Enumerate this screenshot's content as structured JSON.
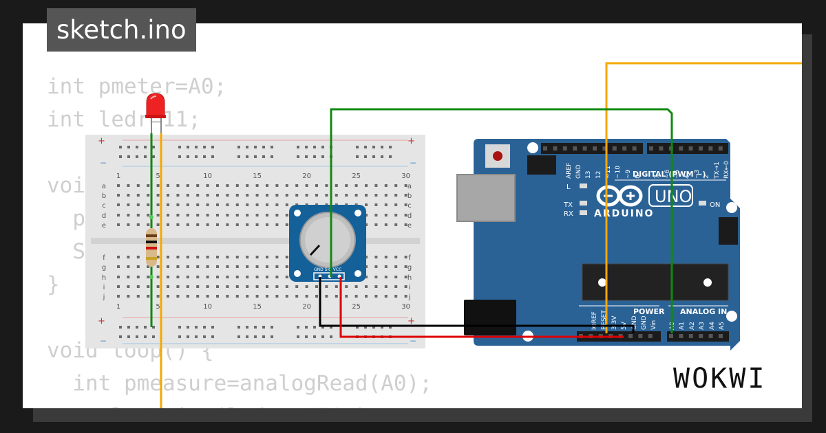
{
  "title": "sketch.ino",
  "code_lines": [
    "int pmeter=A0;",
    "int ledr=11;",
    "",
    "void",
    "  p",
    "  S",
    "}",
    "",
    "void loop() {",
    "  int pmeasure=analogRead(A0);",
    "  analogWrite(ledr, HIGH);"
  ],
  "brand": "WOKWI",
  "colors": {
    "background": "#1a1a1a",
    "tag": "#555555",
    "board": "#2b6296",
    "wire_green": "#118811",
    "wire_orange": "#f5a800",
    "wire_red": "#dd0000",
    "wire_black": "#000000"
  },
  "breadboard": {
    "column_numbers": [
      "1",
      "5",
      "10",
      "15",
      "20",
      "25",
      "30"
    ],
    "row_letters_top": [
      "a",
      "b",
      "c",
      "d",
      "e"
    ],
    "row_letters_bottom": [
      "f",
      "g",
      "h",
      "i",
      "j"
    ],
    "rail_plus": "+",
    "rail_minus": "−"
  },
  "potentiometer": {
    "pin_labels": "GND SIG VCC"
  },
  "arduino": {
    "model": "UNO",
    "name": "ARDUINO",
    "digital_header": "DIGITAL (PWM ~)",
    "digital_pins": [
      "AREF",
      "GND",
      "13",
      "12",
      "~11",
      "~10",
      "~9",
      "8",
      "7",
      "~6",
      "~5",
      "4",
      "~3",
      "2",
      "TX→1",
      "RX←0"
    ],
    "led_labels": [
      "L",
      "TX",
      "RX",
      "ON"
    ],
    "power_header": "POWER",
    "power_pins": [
      "IOREF",
      "RESET",
      "3.3V",
      "5V",
      "GND",
      "GND",
      "Vin"
    ],
    "analog_header": "ANALOG IN",
    "analog_pins": [
      "A0",
      "A1",
      "A2",
      "A3",
      "A4",
      "A5"
    ]
  }
}
